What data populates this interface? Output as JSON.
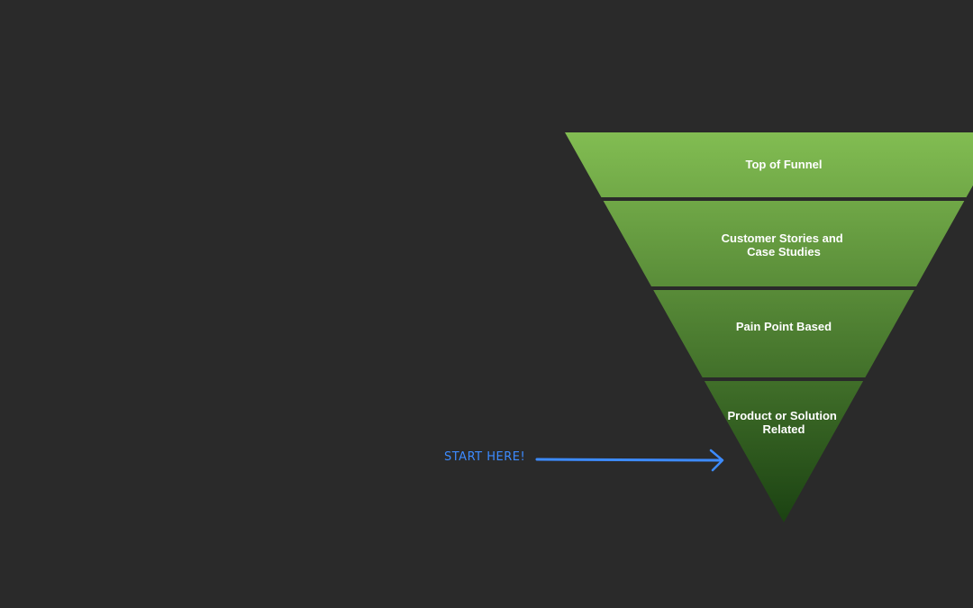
{
  "funnel": {
    "stages": [
      {
        "lines": [
          "Top of Funnel"
        ]
      },
      {
        "lines": [
          "Customer Stories and",
          "Case Studies"
        ]
      },
      {
        "lines": [
          "Pain Point Based"
        ]
      },
      {
        "lines": [
          "Product or Solution",
          "Related"
        ]
      }
    ]
  },
  "annotation": {
    "label": "START HERE!"
  },
  "colors": {
    "background": "#2a2a2a",
    "funnel_top": "#82bd52",
    "funnel_bottom": "#1b4212",
    "divider": "#2a2a2a",
    "arrow": "#3d8bff"
  }
}
